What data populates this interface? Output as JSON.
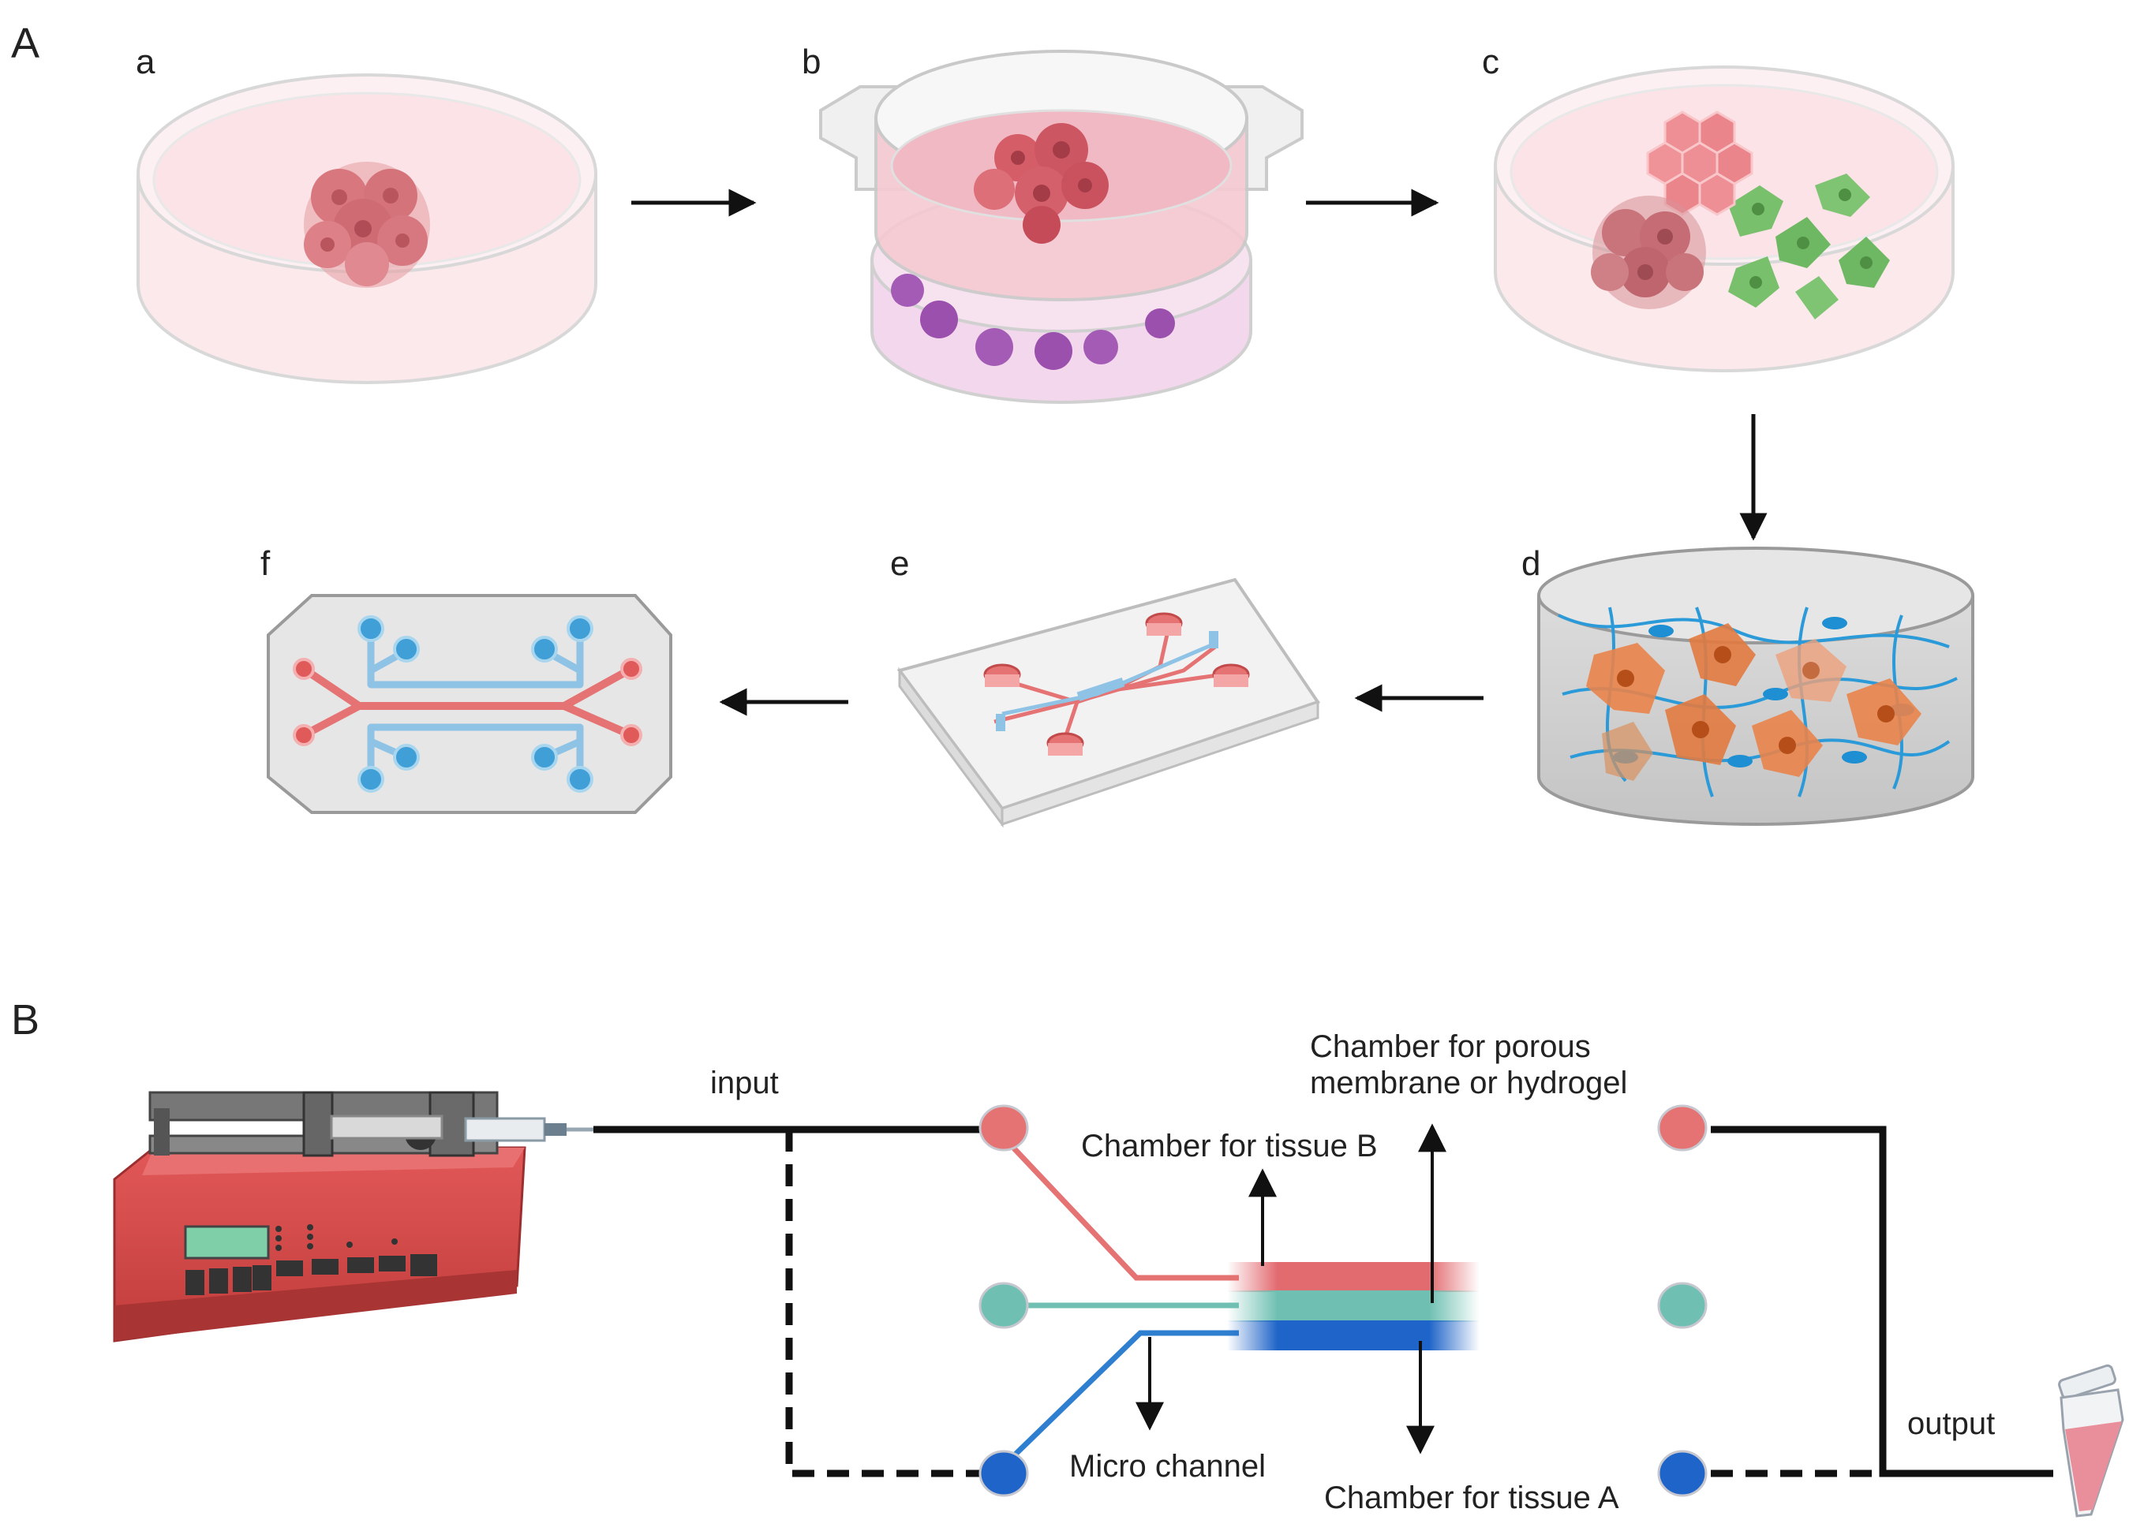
{
  "panels": {
    "a": "A",
    "b": "B"
  },
  "steps": {
    "a": "a",
    "b": "b",
    "c": "c",
    "d": "d",
    "e": "e",
    "f": "f"
  },
  "labels": {
    "input": "input",
    "output": "output",
    "chamber_tissue_b": "Chamber for tissue B",
    "chamber_membrane_line1": "Chamber for  porous",
    "chamber_membrane_line2": "membrane or hydrogel",
    "micro_channel": "Micro channel",
    "chamber_tissue_a": "Chamber for tissue A"
  },
  "colors": {
    "red_channel": "#e57373",
    "teal_channel": "#6fc0b2",
    "blue_channel": "#2f7fd0",
    "blue_dark": "#1f64c8",
    "dish_pink": "#fbe4e8",
    "spheroid": "#d9737b",
    "green_cell": "#78c06c",
    "orange_cell": "#e9834a",
    "fiber": "#2b9ad8",
    "pump_red": "#d94f4f",
    "violet": "#a45bb5",
    "chip_blue": "#5aa8d6"
  }
}
